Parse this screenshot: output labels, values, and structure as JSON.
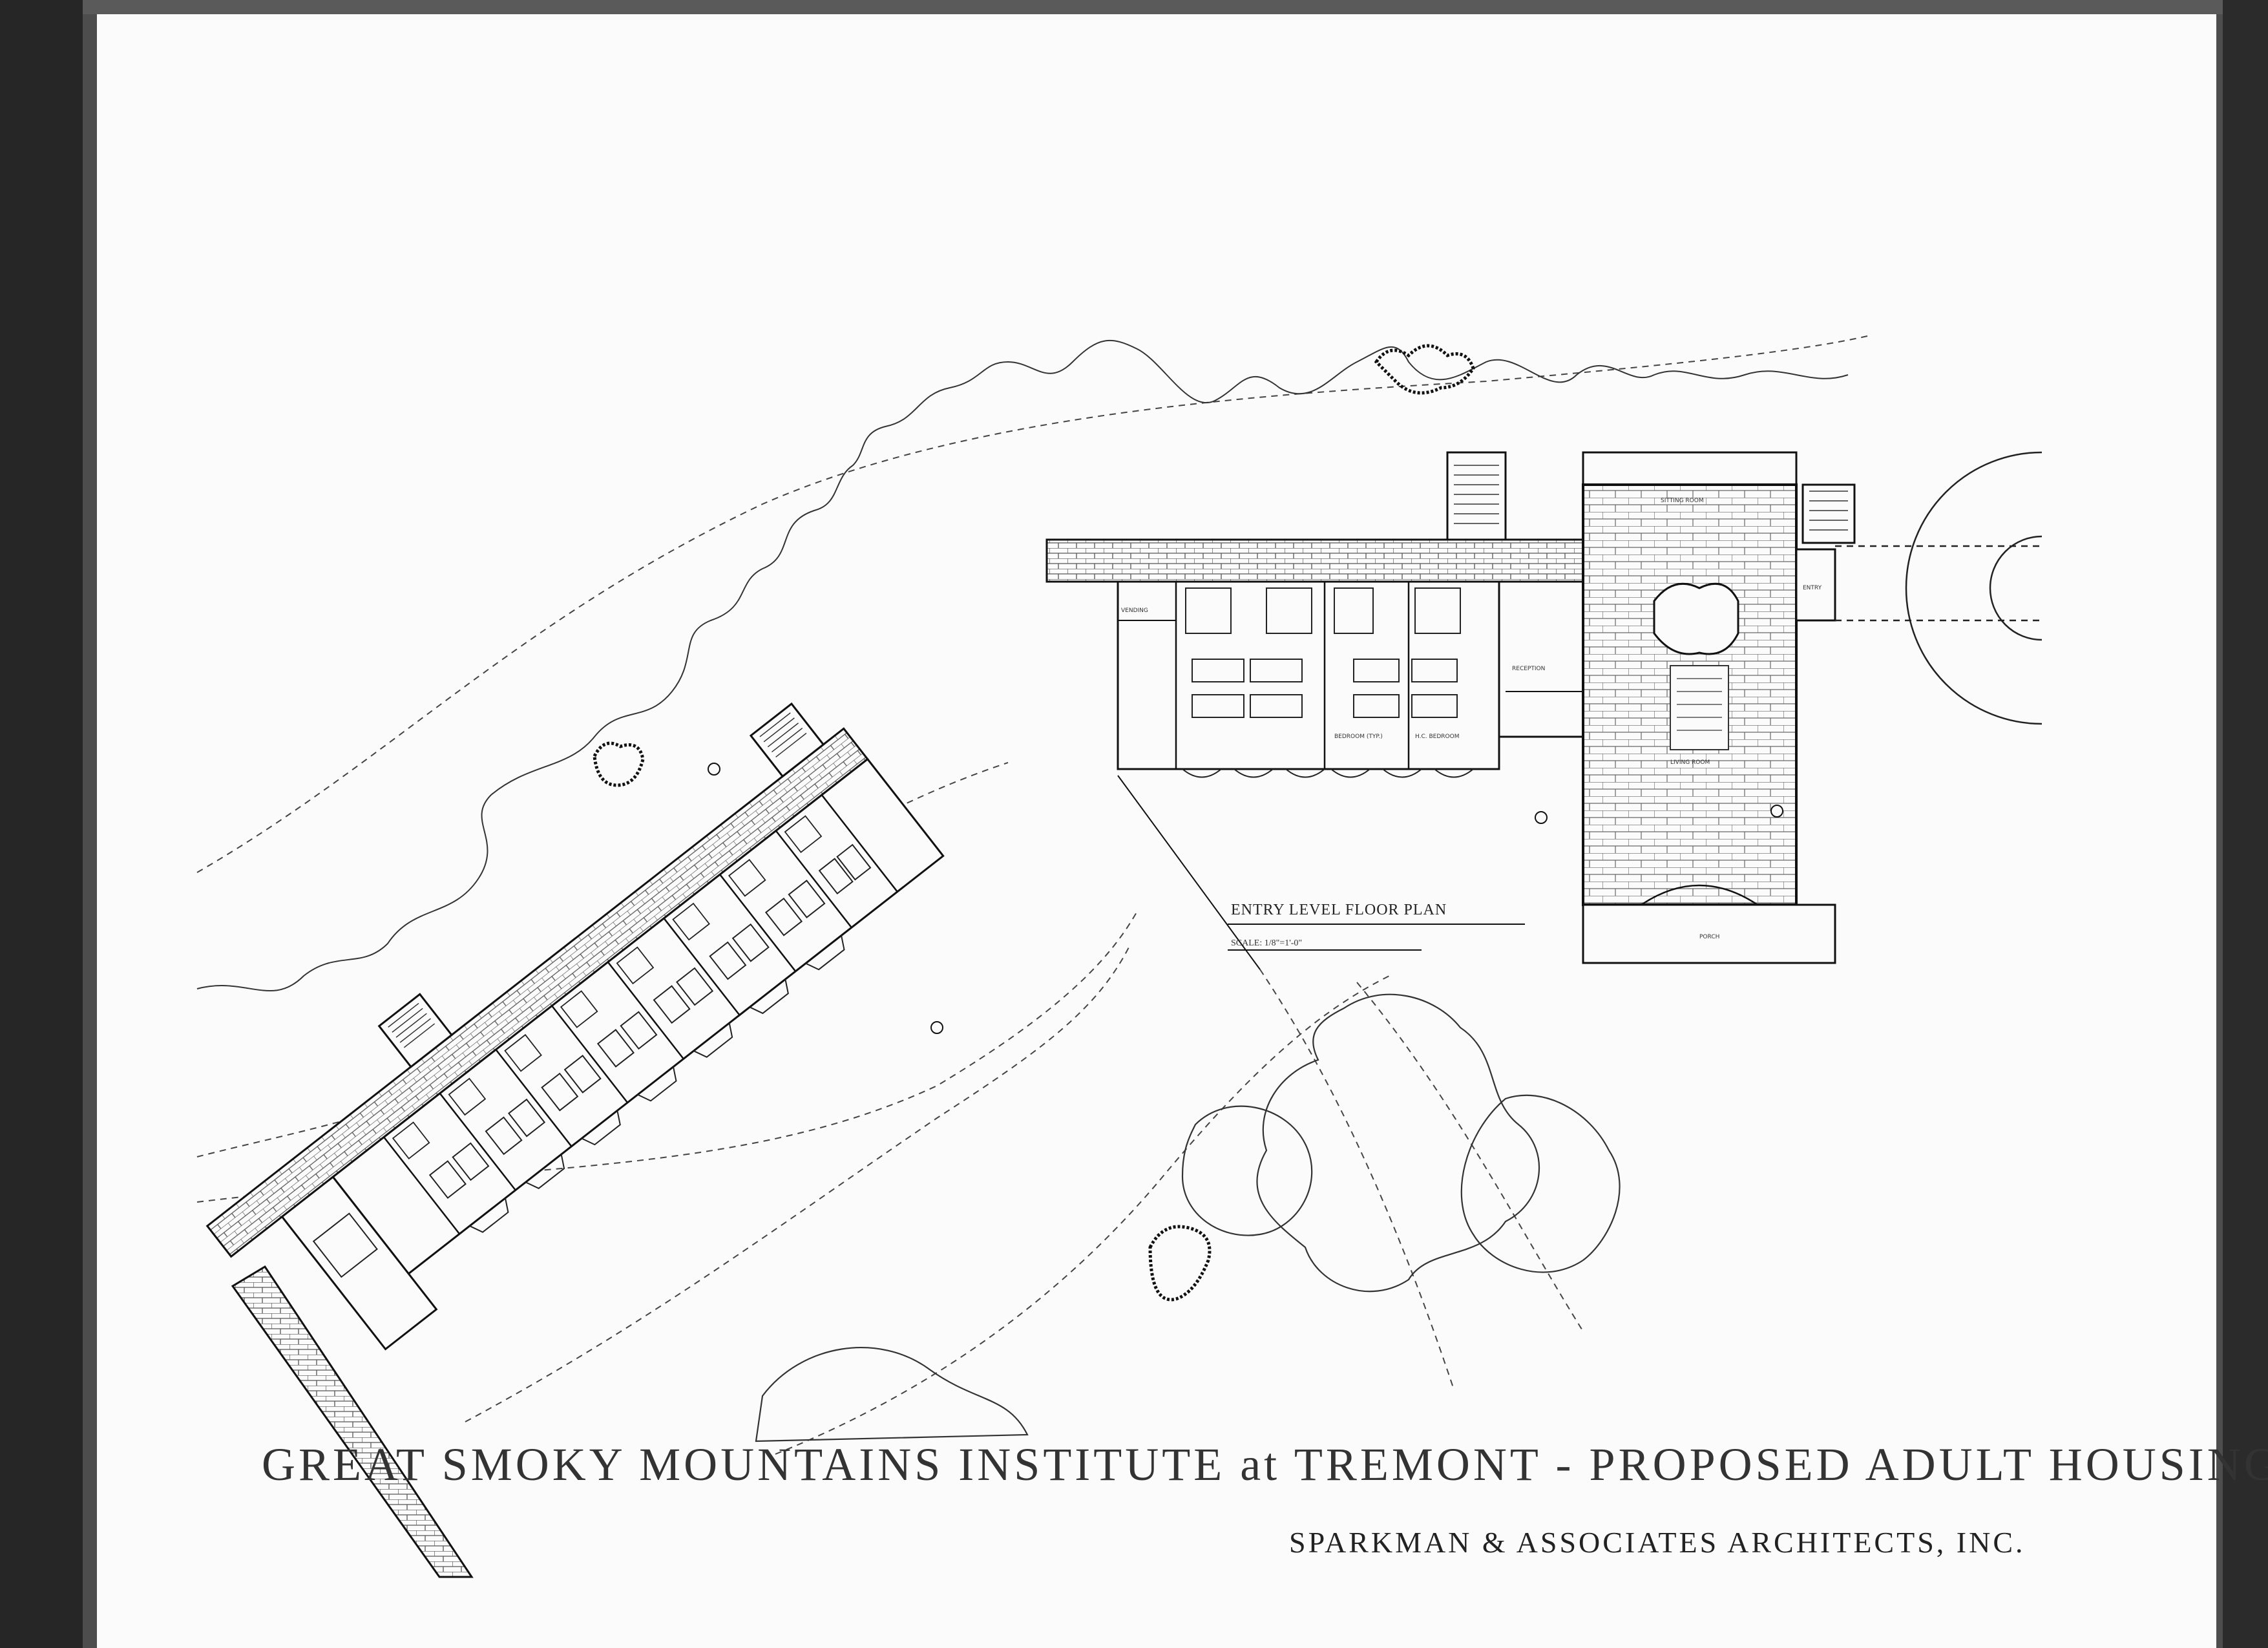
{
  "drawing": {
    "title": "GREAT SMOKY MOUNTAINS INSTITUTE at TREMONT - PROPOSED ADULT HOUSING",
    "firm": "SPARKMAN & ASSOCIATES ARCHITECTS, INC.",
    "plan_label": "ENTRY LEVEL FLOOR PLAN",
    "plan_scale": "SCALE: 1/8\"=1'-0\""
  },
  "rooms": {
    "vending": "VENDING",
    "reception": "RECEPTION",
    "bedroom_typ": "BEDROOM (TYP.)",
    "hc_bedroom": "H.C. BEDROOM",
    "sitting_room": "SITTING ROOM",
    "living_room": "LIVING ROOM",
    "entry": "ENTRY",
    "porch": "PORCH"
  },
  "colors": {
    "ink": "#1a1a1a",
    "paper": "#fbfbfb",
    "frame": "#262626"
  }
}
